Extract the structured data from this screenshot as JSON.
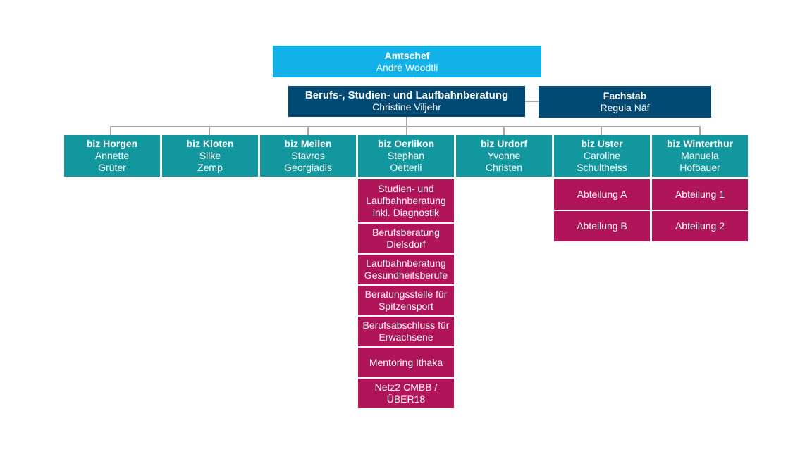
{
  "colors": {
    "amtschef": "#12b2e8",
    "management": "#004a73",
    "biz": "#12979f",
    "subunit": "#b01459",
    "connector": "#a6a6a6"
  },
  "amtschef": {
    "title": "Amtschef",
    "name": "André Woodtli"
  },
  "bslb": {
    "title": "Berufs-, Studien- und Laufbahnberatung",
    "name": "Christine Viljehr"
  },
  "fachstab": {
    "title": "Fachstab",
    "name": "Regula Näf"
  },
  "biz": [
    {
      "title": "biz Horgen",
      "name": "Annette\nGrüter"
    },
    {
      "title": "biz Kloten",
      "name": "Silke\nZemp"
    },
    {
      "title": "biz Meilen",
      "name": "Stavros\nGeorgiadis"
    },
    {
      "title": "biz Oerlikon",
      "name": "Stephan\nOetterli"
    },
    {
      "title": "biz Urdorf",
      "name": "Yvonne\nChristen"
    },
    {
      "title": "biz Uster",
      "name": "Caroline\nSchultheiss"
    },
    {
      "title": "biz Winterthur",
      "name": "Manuela\nHofbauer"
    }
  ],
  "oerlikon_units": [
    "Studien- und\nLaufbahnberatung\ninkl. Diagnostik",
    "Berufsberatung\nDielsdorf",
    "Laufbahnberatung\nGesundheitsberufe",
    "Beratungsstelle für\nSpitzensport",
    "Berufsabschluss für\nErwachsene",
    "Mentoring Ithaka",
    "Netz2 CMBB /\nÜBER18"
  ],
  "uster_units": [
    "Abteilung A",
    "Abteilung B"
  ],
  "winterthur_units": [
    "Abteilung 1",
    "Abteilung 2"
  ]
}
